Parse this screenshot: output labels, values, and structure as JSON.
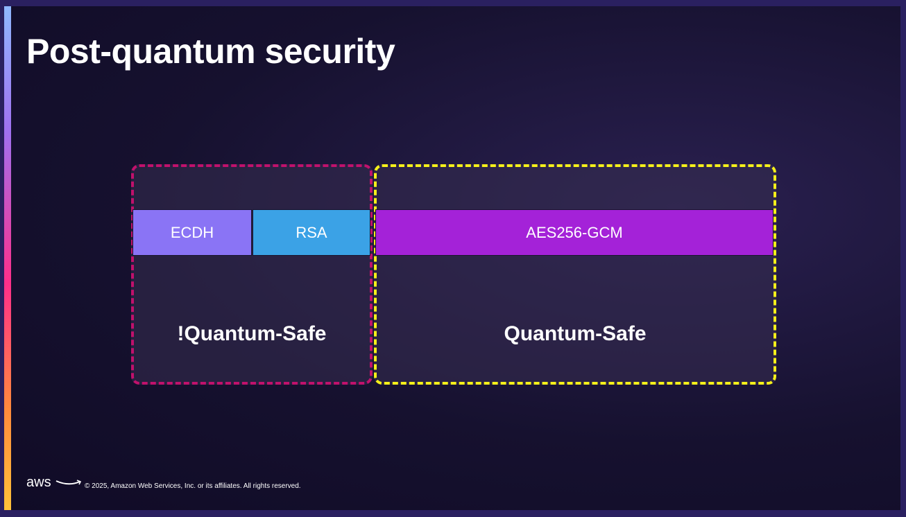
{
  "title": "Post-quantum security",
  "bars": {
    "ecdh": "ECDH",
    "rsa": "RSA",
    "aes": "AES256-GCM"
  },
  "labels": {
    "not_safe": "!Quantum-Safe",
    "safe": "Quantum-Safe"
  },
  "footer": {
    "logo": "aws",
    "copyright": "© 2025, Amazon Web Services, Inc. or its affiliates. All rights reserved."
  },
  "colors": {
    "ecdh": "#8a74f5",
    "rsa": "#3ba2e6",
    "aes": "#a422d8",
    "not_safe_border": "#c0116c",
    "safe_border": "#f5f01a"
  }
}
